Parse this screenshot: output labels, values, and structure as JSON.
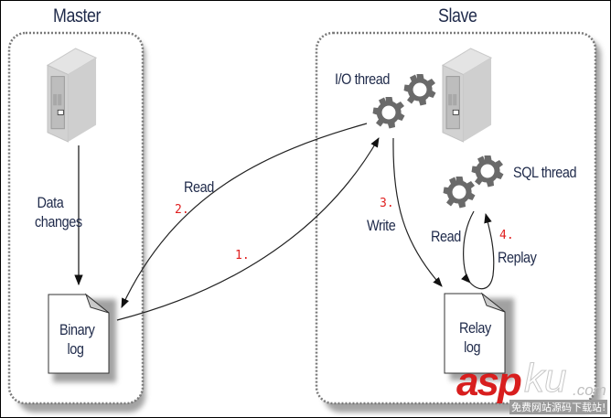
{
  "diagram": {
    "type": "mysql-replication",
    "master": {
      "title": "Master",
      "data_changes_label": [
        "Data",
        "changes"
      ],
      "binary_log_label": [
        "Binary",
        "log"
      ]
    },
    "slave": {
      "title": "Slave",
      "io_thread_label": "I/O thread",
      "sql_thread_label": "SQL thread",
      "relay_log_label": [
        "Relay",
        "log"
      ],
      "write_label": "Write",
      "read_label": "Read",
      "replay_label": "Replay"
    },
    "arrows": {
      "read_label": "Read",
      "step_1": "1.",
      "step_2": "2.",
      "step_3": "3.",
      "step_4": "4."
    },
    "colors": {
      "text": "#1f2a4a",
      "step_numbers": "#e02020",
      "gear": "#666666",
      "border": "#7a7a7a"
    }
  },
  "watermark": {
    "brand_red": "asp",
    "brand_outline": "ku",
    "domain": ".com",
    "tagline": "免费网站源码下载站!",
    "brand_color": "#d81e1e"
  }
}
